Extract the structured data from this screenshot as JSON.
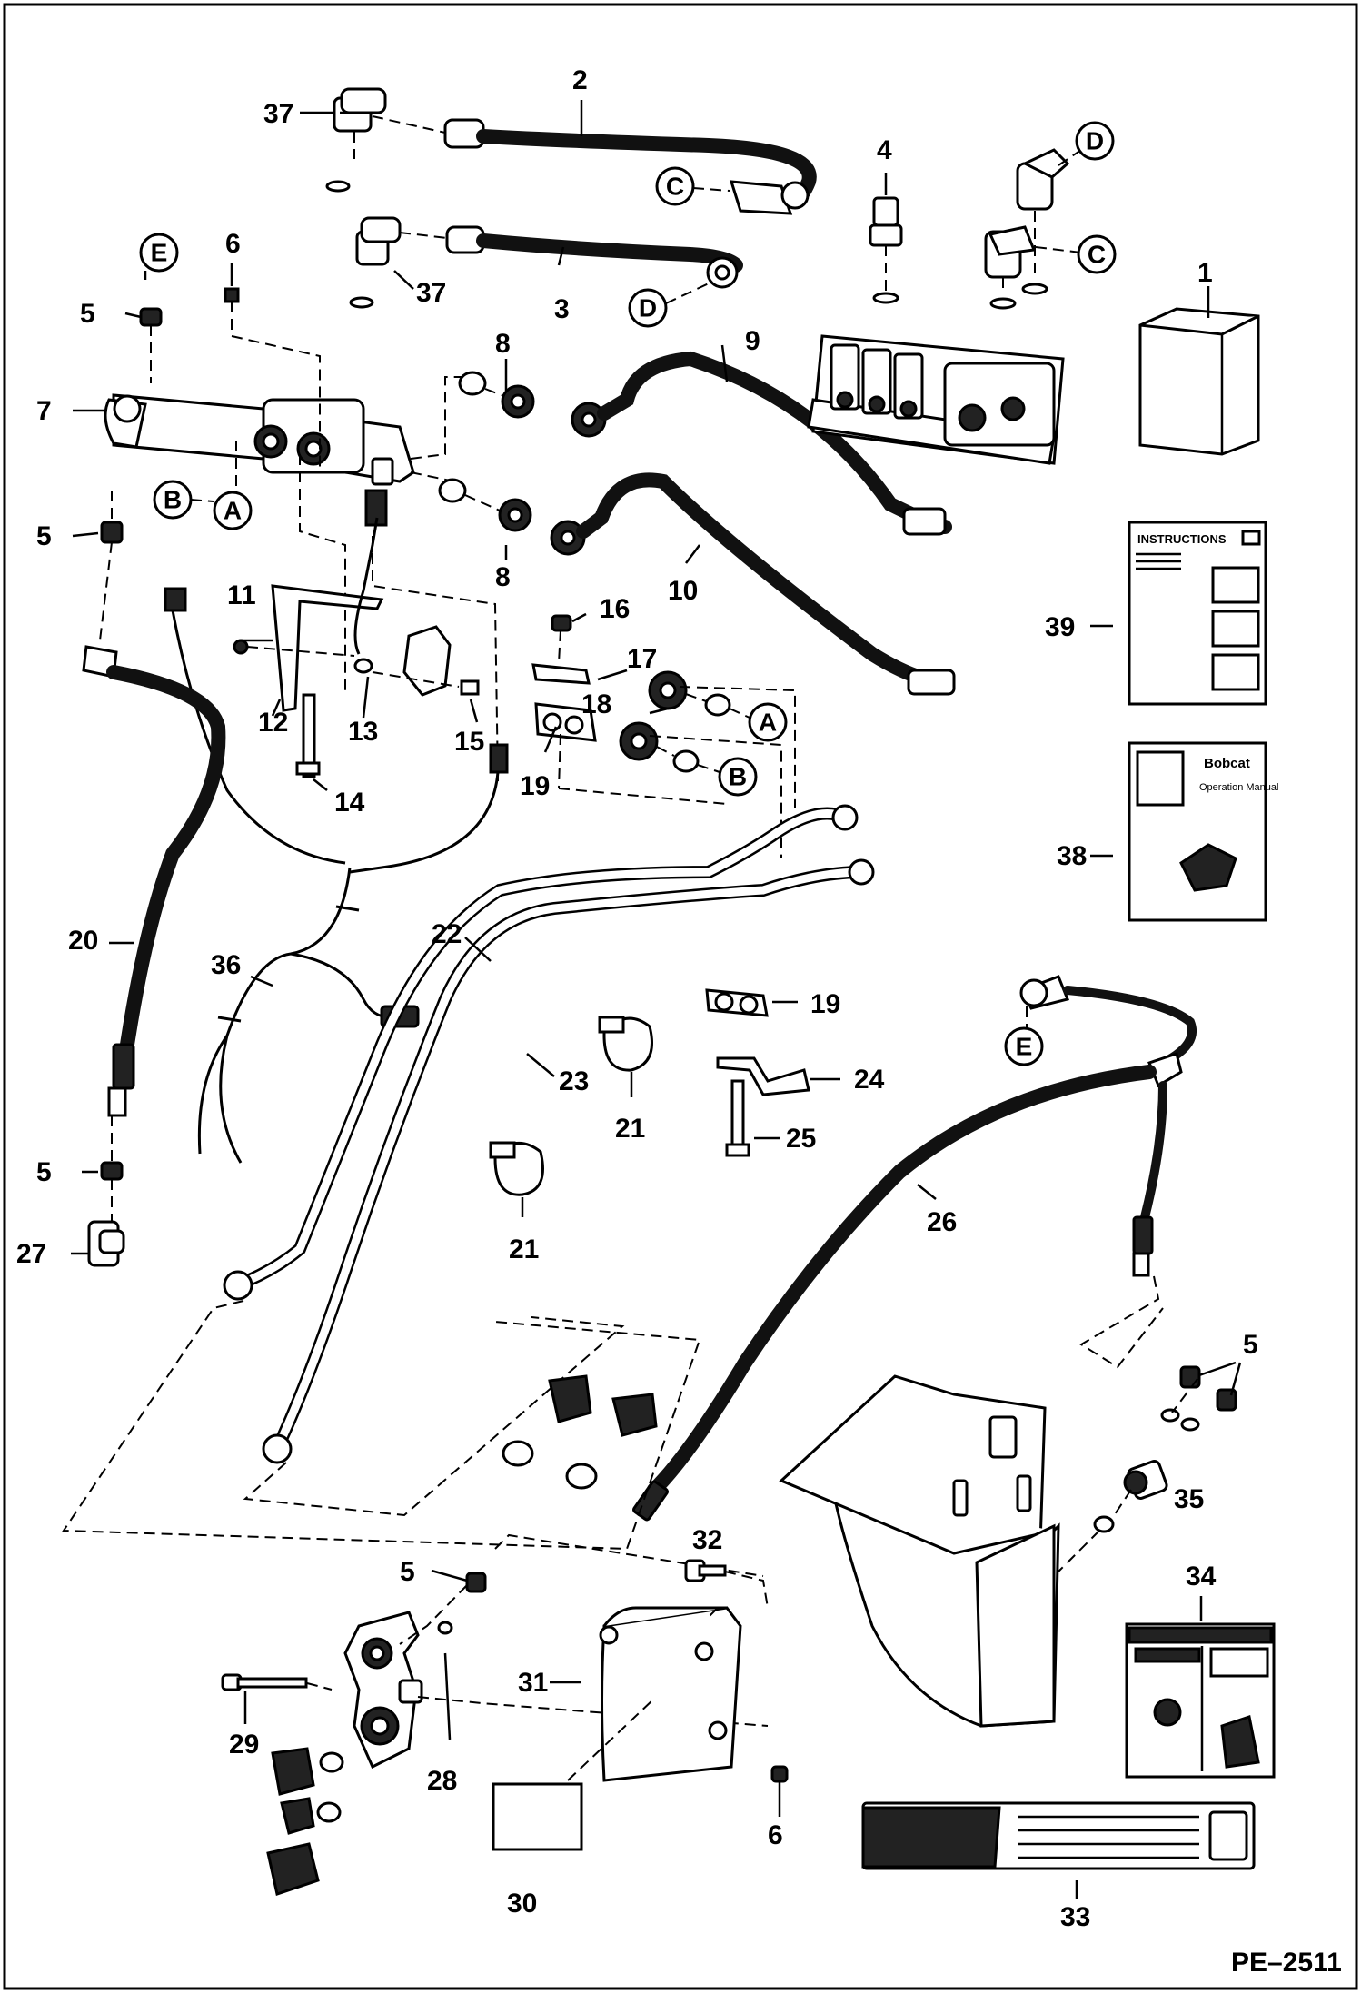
{
  "document_code": "PE–2511",
  "callouts": [
    "1",
    "2",
    "3",
    "4",
    "5",
    "6",
    "7",
    "8",
    "9",
    "10",
    "11",
    "12",
    "13",
    "14",
    "15",
    "16",
    "17",
    "18",
    "19",
    "20",
    "21",
    "22",
    "23",
    "24",
    "25",
    "26",
    "27",
    "28",
    "29",
    "30",
    "31",
    "32",
    "33",
    "34",
    "35",
    "36",
    "37",
    "38",
    "39"
  ],
  "reference_letters": [
    "A",
    "B",
    "C",
    "D",
    "E"
  ],
  "decals": {
    "instructions_title": "INSTRUCTIONS",
    "manual_brand": "Bobcat",
    "manual_title": "Operation Manual"
  }
}
